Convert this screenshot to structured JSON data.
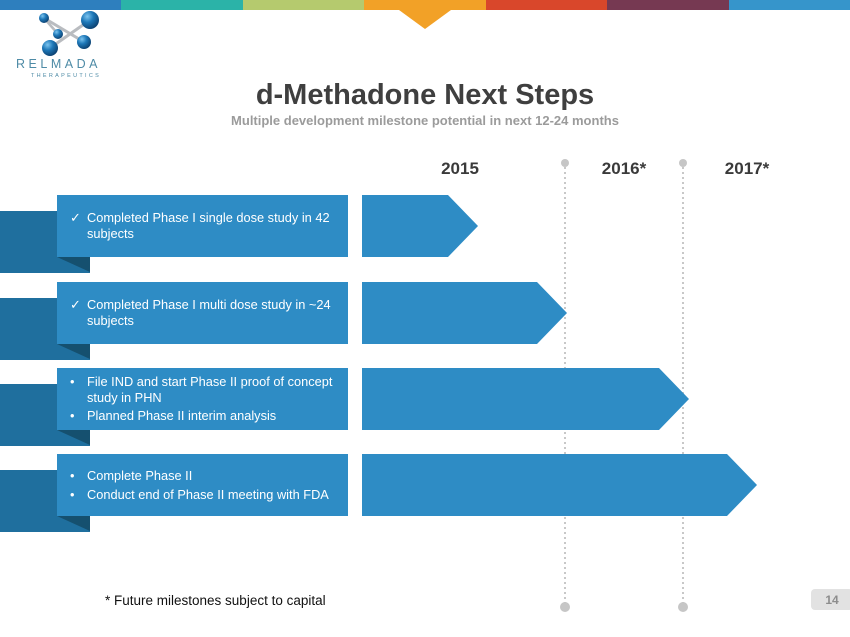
{
  "header": {
    "title": "d-Methadone Next Steps",
    "subtitle": "Multiple development milestone potential in next 12-24 months"
  },
  "logo": {
    "brand": "RELMADA",
    "subtext": "THERAPEUTICS",
    "brand_color": "#4E8BA6"
  },
  "top_bar": {
    "segments": [
      {
        "name": "blue",
        "color": "#2E7FBE"
      },
      {
        "name": "teal",
        "color": "#2BB3A8"
      },
      {
        "name": "green",
        "color": "#B5CA6E"
      },
      {
        "name": "orange",
        "color": "#F2A127"
      },
      {
        "name": "red",
        "color": "#D9472B"
      },
      {
        "name": "maroon",
        "color": "#763952"
      },
      {
        "name": "lightblue",
        "color": "#3695CB"
      }
    ],
    "pointer_color": "#F2A127"
  },
  "timeline": {
    "years": [
      {
        "label": "2015"
      },
      {
        "label": "2016*"
      },
      {
        "label": "2017*"
      }
    ]
  },
  "rows": [
    {
      "items": [
        {
          "marker": "✓",
          "text": "Completed Phase I single dose study in 42 subjects"
        }
      ],
      "arrow_width": 116
    },
    {
      "items": [
        {
          "marker": "✓",
          "text": "Completed Phase I multi dose study in ~24 subjects"
        }
      ],
      "arrow_width": 205
    },
    {
      "items": [
        {
          "marker": "•",
          "text": "File IND and start Phase II proof of concept study in PHN"
        },
        {
          "marker": "•",
          "text": "Planned Phase II interim analysis"
        }
      ],
      "arrow_width": 327
    },
    {
      "items": [
        {
          "marker": "•",
          "text": "Complete Phase II"
        },
        {
          "marker": "•",
          "text": "Conduct end of Phase II meeting with FDA"
        }
      ],
      "arrow_width": 395
    }
  ],
  "footnote": "* Future milestones subject to capital",
  "page_number": "14",
  "colors": {
    "box_blue": "#2E8CC5",
    "ribbon_blue": "#1F6F9E",
    "fold_blue": "#15506F",
    "dotted_gray": "#C8C8C8",
    "badge_bg": "#E2E2E2",
    "badge_text": "#8D8D8D",
    "title_text": "#3F3F3F",
    "subtitle_text": "#9B9B9B"
  }
}
